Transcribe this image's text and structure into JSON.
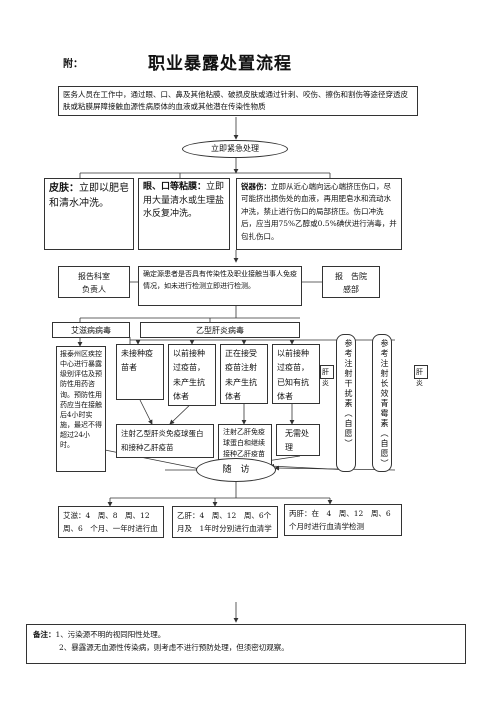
{
  "header": {
    "prefix": "附：",
    "title": "职业暴露处置流程"
  },
  "intro": "医务人员在工作中，通过眼、口、鼻及其他粘膜、破损皮肤或通过针刺、咬伤、擦伤和割伤等途径穿透皮肤或粘膜屏障接触血源性病原体的血液或其他潜在传染性物质",
  "emergency": "立即紧急处理",
  "skin": {
    "head": "皮肤：",
    "body": "立即以肥皂和清水冲洗。"
  },
  "mucosa": {
    "head": "眼、口等粘膜：",
    "body": "立即用大量清水或生理盐水反复冲洗。"
  },
  "wound": {
    "head": "锐器伤：",
    "body": "立即从近心端向远心端挤压伤口，尽可能挤出损伤处的血液，再用肥皂水和流动水冲洗，禁止进行伤口的局部挤压。伤口冲洗后，应当用75%乙醇或0.5%碘伏进行消毒，并包扎伤口。"
  },
  "report_left": "报告科室负责人",
  "confirm": "确定源患者是否具有传染性及职业接触当事人免疫情况，如未进行检测立即进行检测。",
  "report_right": "报　告院感部",
  "aids": "艾滋病病毒",
  "hbv": "乙型肝炎病毒",
  "aids_detail": "报泰州区疾控中心进行暴露级别评估及预防性用药咨询。预防性用药应当在接触后4小时实施，最迟不得超过24小时。",
  "col1": "未接种疫苗者",
  "col2": "以前接种过疫苗，未产生抗体者",
  "col3": "正在接受疫苗注射未产生抗体者",
  "col4": "以前接种过疫苗，已知有抗体者",
  "hcv_tag": "肝炎",
  "ref1": "参考注射干扰素（自愿）",
  "ref2": "参考注射长效青霉素（自愿）",
  "treat1": "注射乙型肝炎免疫球蛋白和接种乙肝疫苗",
  "treat2": "注射乙肝免疫球蛋白和继续接种乙肝疫苗",
  "treat3": "无需处理",
  "followup": "随　访",
  "fu_aids": "艾滋：4　周、8　周、12　周、6　个月、一年时进行血清学检测",
  "fu_hbv": "乙肝：4　周、12　周、6个月及　1年时分别进行血清学检测",
  "fu_hcv": "丙肝：在　4　周、12　周、6个月时进行血清学检测",
  "note_head": "备注：",
  "note1": "1、污染源不明的视同阳性处理。",
  "note2": "2、暴露源无血源性传染病，则考虑不进行预防处理，但须密切观察。"
}
